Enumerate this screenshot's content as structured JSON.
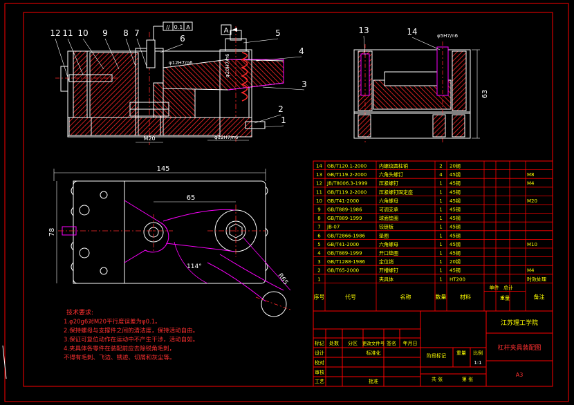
{
  "colors": {
    "background": "#000000",
    "frame": "#ff0000",
    "outline": "#ffffff",
    "hatch": "#ff2a2a",
    "phantom": "#ff00ff",
    "dimension": "#ffffff",
    "text_yellow": "#ffff00",
    "table_line": "#ff0000"
  },
  "front_view": {
    "callouts": [
      "12",
      "11",
      "10",
      "9",
      "8",
      "7",
      "6",
      "5",
      "4",
      "3",
      "2",
      "1"
    ],
    "datum_label": "A",
    "tolerance_frame": [
      "//",
      "0.1",
      "A"
    ],
    "dims": {
      "pin_fit": "φ12H7/n6",
      "bore_fit": "φ20H7/h6",
      "base_fit": "φ12H7/n6",
      "thread": "M20"
    }
  },
  "side_view": {
    "callouts": [
      "13",
      "14"
    ],
    "top_fit": "φ5H7/n6",
    "height_dim": "63"
  },
  "plan_view": {
    "length_dim": "145",
    "offset_dim": "65",
    "width_dim": "78",
    "angle_dim": "114°",
    "radius_dim": "R65"
  },
  "tech_requirements": {
    "title": "技术要求:",
    "lines": [
      "1.φ20g6对M20平行度误差为φ0.1。",
      "2.保持螺母与支撑件之间的清洁度，保持活动自由。",
      "3.保证可复位动作在运动中不产生干涉，活动自如。",
      "4.夹具体各零件在装配前应去除锐角毛刺，",
      "不得有毛刺、飞边、锈迹、切屑和灰尘等。"
    ]
  },
  "bom": {
    "header": {
      "seq": "序号",
      "code": "代号",
      "name": "名称",
      "qty": "数量",
      "material": "材料",
      "unit_weight": "单件",
      "total_weight": "总计",
      "weight": "重量",
      "remark": "备注"
    },
    "rows": [
      {
        "no": "14",
        "code": "GB/T120.1-2000",
        "name": "内螺纹圆柱销",
        "qty": "2",
        "material": "20钢",
        "remark": ""
      },
      {
        "no": "13",
        "code": "GB/T119.2-2000",
        "name": "六角头螺钉",
        "qty": "4",
        "material": "45钢",
        "remark": "M8"
      },
      {
        "no": "12",
        "code": "JB/T8006.3-1999",
        "name": "压紧螺钉",
        "qty": "1",
        "material": "45钢",
        "remark": "M4"
      },
      {
        "no": "11",
        "code": "GB/T119.2-2000",
        "name": "压紧螺钉固定座",
        "qty": "1",
        "material": "45钢",
        "remark": ""
      },
      {
        "no": "10",
        "code": "GB/T41-2000",
        "name": "六角螺母",
        "qty": "1",
        "material": "45钢",
        "remark": "M20"
      },
      {
        "no": "9",
        "code": "GB/T889-1986",
        "name": "可调支承",
        "qty": "1",
        "material": "45钢",
        "remark": ""
      },
      {
        "no": "8",
        "code": "GB/T889-1999",
        "name": "球面垫圈",
        "qty": "1",
        "material": "45钢",
        "remark": ""
      },
      {
        "no": "7",
        "code": "JB-07",
        "name": "铰链板",
        "qty": "1",
        "material": "45钢",
        "remark": ""
      },
      {
        "no": "6",
        "code": "GB/T2866-1986",
        "name": "垫圈",
        "qty": "1",
        "material": "45钢",
        "remark": ""
      },
      {
        "no": "5",
        "code": "GB/T41-2000",
        "name": "六角螺母",
        "qty": "1",
        "material": "45钢",
        "remark": "M10"
      },
      {
        "no": "4",
        "code": "GB/T889-1999",
        "name": "开口垫圈",
        "qty": "1",
        "material": "45钢",
        "remark": ""
      },
      {
        "no": "3",
        "code": "GB/T1288-1986",
        "name": "定位销",
        "qty": "1",
        "material": "20钢",
        "remark": ""
      },
      {
        "no": "2",
        "code": "GB/T65-2000",
        "name": "开槽螺钉",
        "qty": "1",
        "material": "45钢",
        "remark": "M4"
      },
      {
        "no": "1",
        "code": "",
        "name": "夹具体",
        "qty": "1",
        "material": "HT200",
        "remark": "时效处理"
      }
    ]
  },
  "title_block": {
    "school": "江苏理工学院",
    "drawing_name": "杠杆夹具装配图",
    "sheet_size": "A3",
    "row_mark": [
      "标记",
      "处数",
      "分区",
      "更改文件号",
      "签名",
      "年月日"
    ],
    "design": "设计",
    "standardize": "标准化",
    "check": "校对",
    "review": "审核",
    "process": "工艺",
    "approve": "批准",
    "stage_mark": "阶段标记",
    "weight": "重量",
    "scale": "比例",
    "scale_value": "1:1",
    "total_sheets": "共 张",
    "sheet_no": "第 张"
  }
}
